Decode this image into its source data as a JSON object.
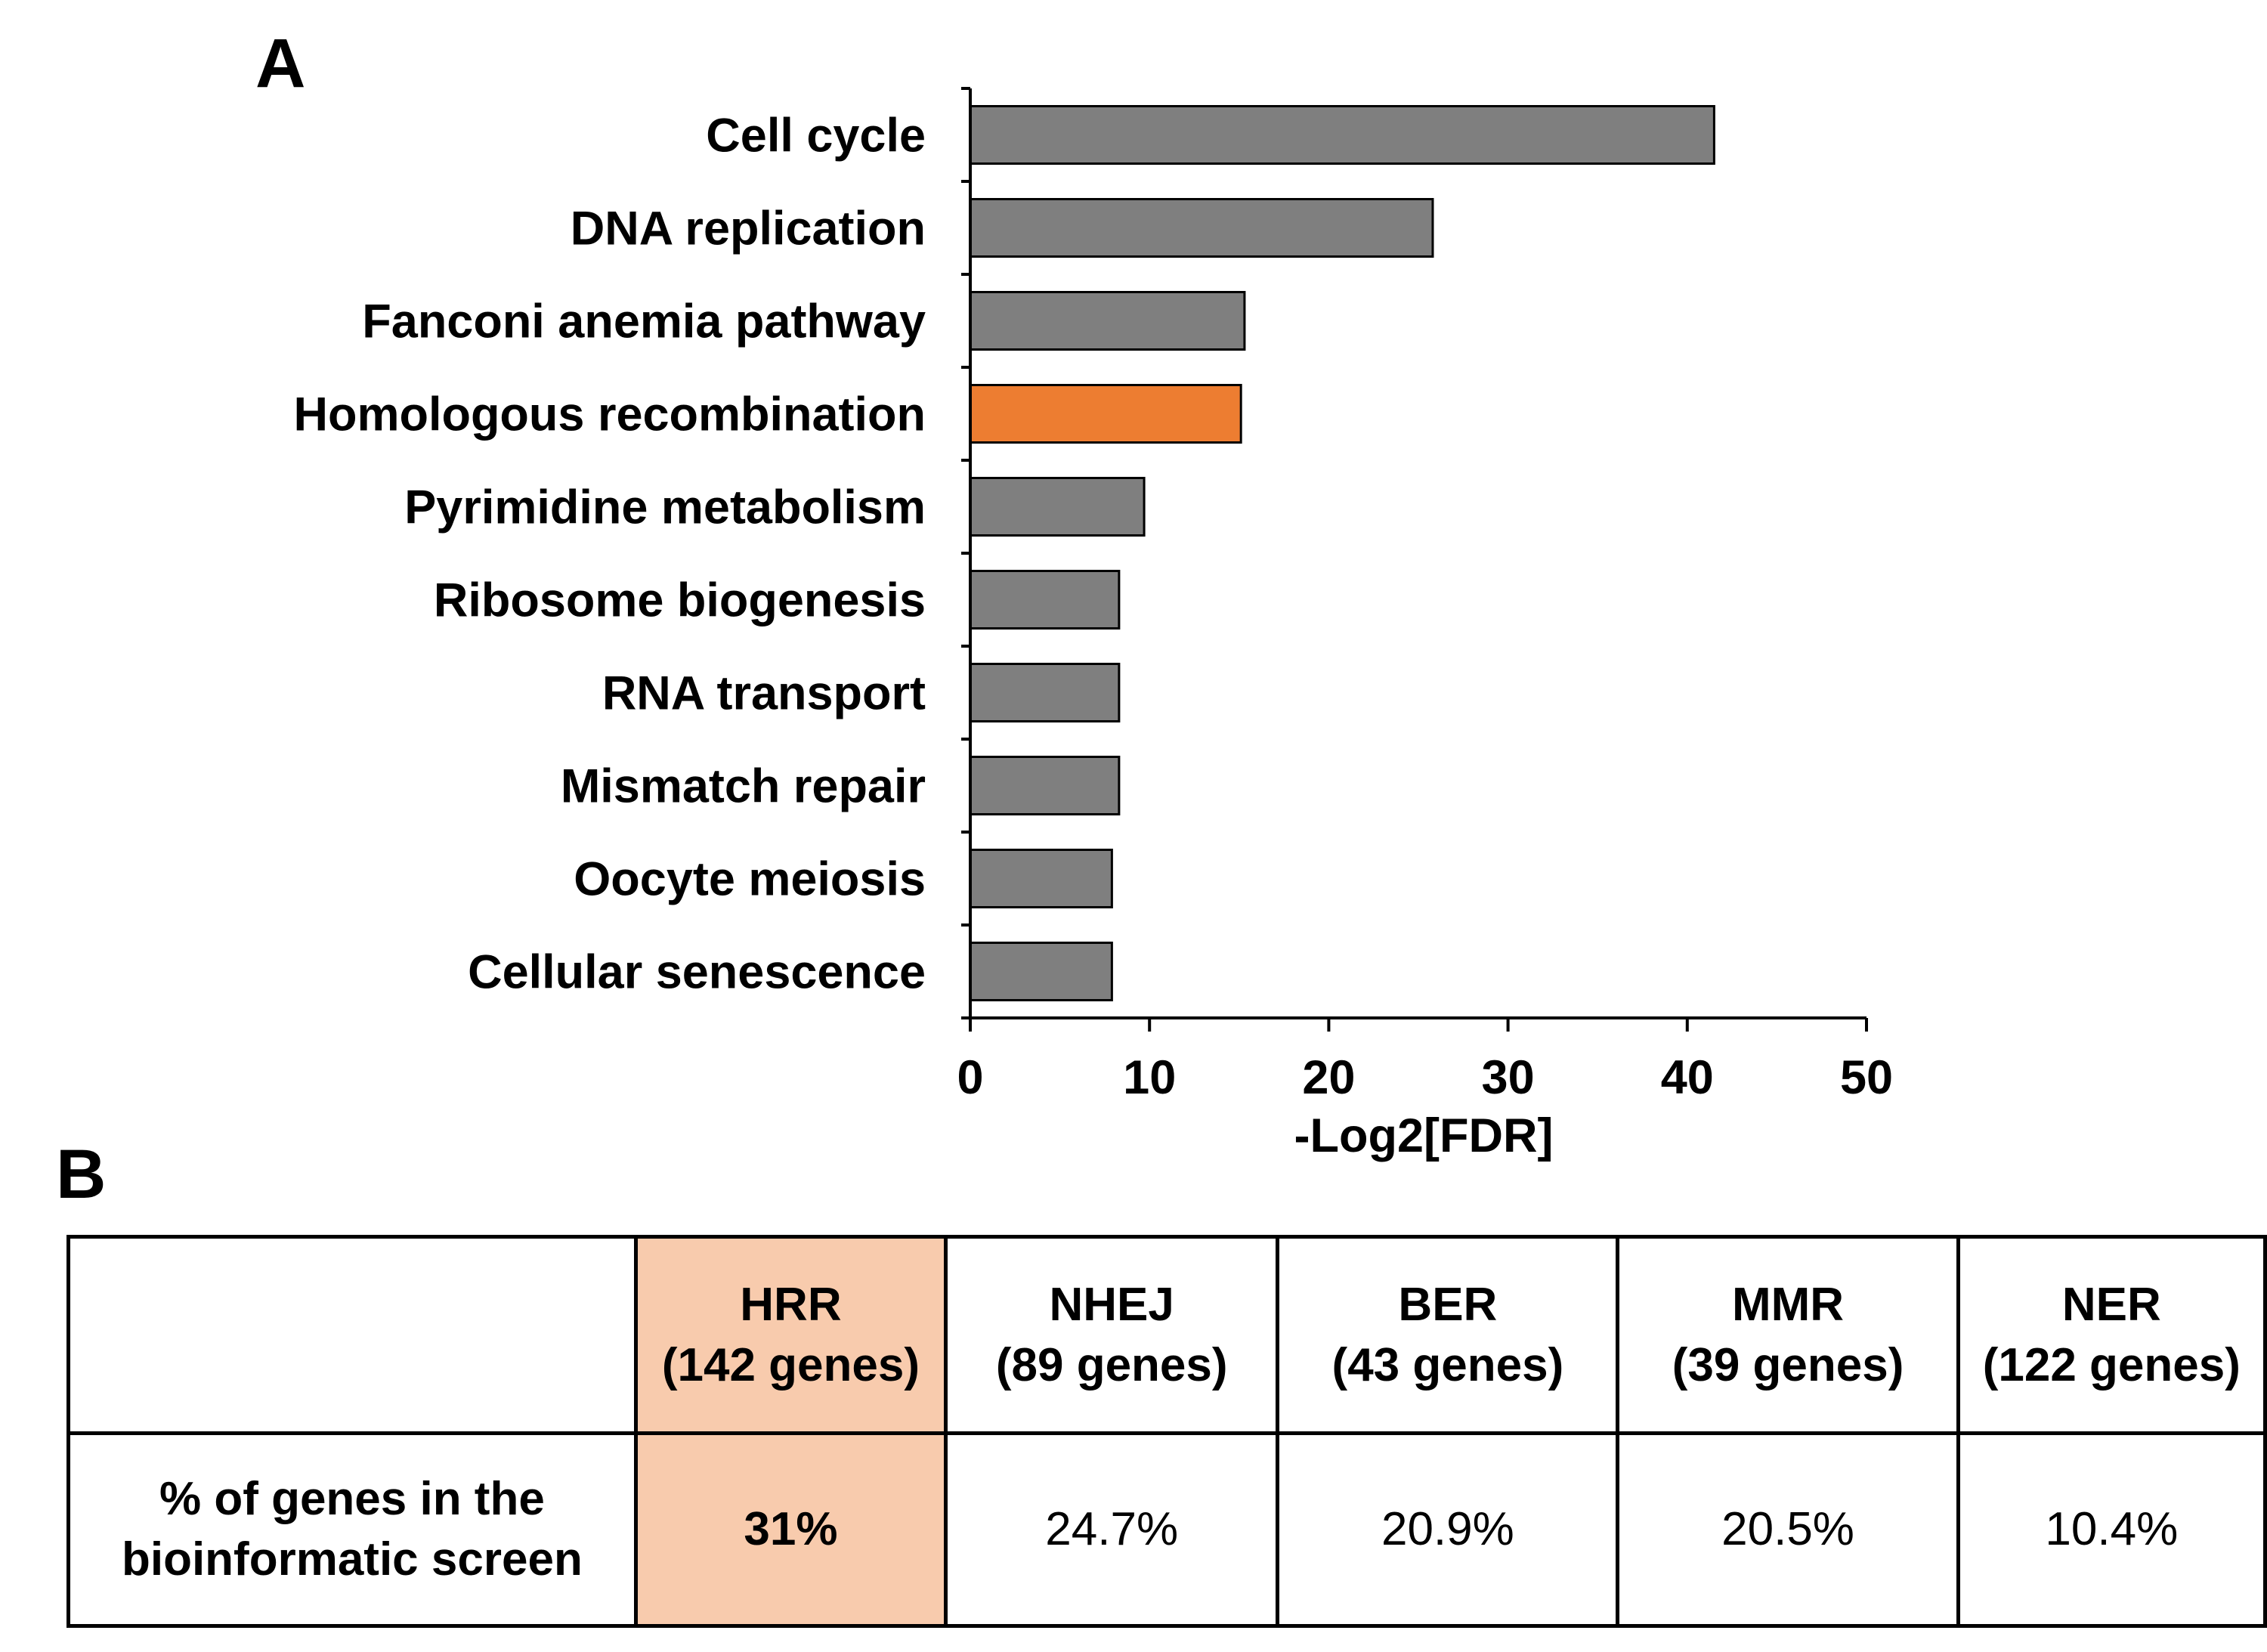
{
  "panels": {
    "a": "A",
    "b": "B"
  },
  "chart_data": {
    "type": "bar",
    "orientation": "horizontal",
    "categories": [
      "Cell cycle",
      "DNA replication",
      "Fanconi anemia pathway",
      "Homologous recombination",
      "Pyrimidine metabolism",
      "Ribosome biogenesis",
      "RNA transport",
      "Mismatch repair",
      "Oocyte meiosis",
      "Cellular senescence"
    ],
    "values": [
      41.5,
      25.8,
      15.3,
      15.1,
      9.7,
      8.3,
      8.3,
      8.3,
      7.9,
      7.9
    ],
    "xlabel": "-Log2[FDR]",
    "xlim": [
      0,
      50
    ],
    "xticks": [
      "0",
      "10",
      "20",
      "30",
      "40",
      "50"
    ],
    "highlight_category": "Homologous recombination",
    "colors": {
      "default": "#7f7f7f",
      "highlight": "#ed7d31",
      "outline": "#000000"
    },
    "grid": false
  },
  "table": {
    "columns": [
      {
        "name": "HRR",
        "genes": "(142 genes)",
        "highlight": true
      },
      {
        "name": "NHEJ",
        "genes": "(89 genes)",
        "highlight": false
      },
      {
        "name": "BER",
        "genes": "(43 genes)",
        "highlight": false
      },
      {
        "name": "MMR",
        "genes": "(39 genes)",
        "highlight": false
      },
      {
        "name": "NER",
        "genes": "(122 genes)",
        "highlight": false
      }
    ],
    "row_label_line1": "% of genes in the",
    "row_label_line2": "bioinformatic screen",
    "values": [
      "31%",
      "24.7%",
      "20.9%",
      "20.5%",
      "10.4%"
    ],
    "highlight_color": "#f8cbad"
  }
}
